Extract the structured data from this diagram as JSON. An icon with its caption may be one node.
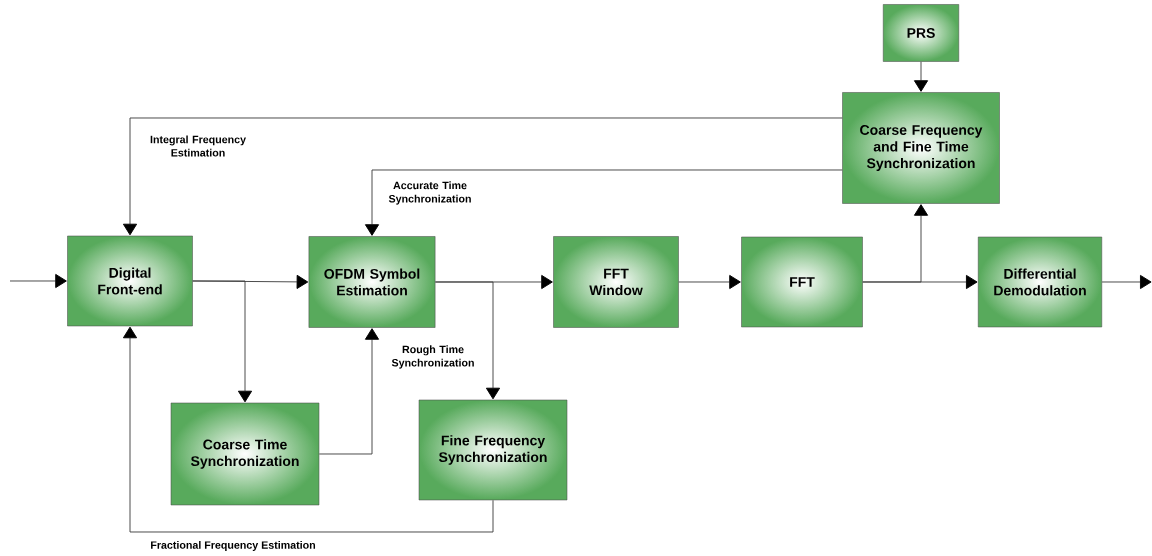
{
  "diagram": {
    "nodes": [
      {
        "text": [
          "PRS"
        ]
      },
      {
        "text": [
          "Coarse Frequency and Fine Time Synchronization"
        ]
      },
      {
        "text": [
          "Digital Front-end"
        ]
      },
      {
        "text": [
          "OFDM Symbol Estimation"
        ]
      },
      {
        "text": [
          "FFT Window"
        ]
      },
      {
        "text": [
          "FFT"
        ]
      },
      {
        "text": [
          "Differential Demodulation"
        ]
      },
      {
        "text": [
          "Coarse Time Synchronization"
        ]
      },
      {
        "text": [
          "Fine Frequency Synchronization"
        ]
      }
    ],
    "edges": [
      {
        "from": null,
        "to": 2,
        "arrow": "to"
      },
      {
        "from": 2,
        "to": 3,
        "arrow": "to"
      },
      {
        "from": 2,
        "to": 7,
        "arrow": "to"
      },
      {
        "from": 7,
        "to": 3,
        "arrow": "to",
        "label": "Rough Time Synchronization"
      },
      {
        "from": 3,
        "to": 4,
        "arrow": "to"
      },
      {
        "from": 3,
        "to": 8,
        "arrow": "to"
      },
      {
        "from": 4,
        "to": 5,
        "arrow": "to"
      },
      {
        "from": 5,
        "to": 6,
        "arrow": "to"
      },
      {
        "from": 5,
        "to": 1,
        "arrow": "to"
      },
      {
        "from": 6,
        "to": null,
        "arrow": "to"
      },
      {
        "from": 0,
        "to": 1,
        "arrow": "to"
      },
      {
        "from": 1,
        "to": 2,
        "arrow": "to",
        "label": "Integral Frequency Estimation"
      },
      {
        "from": 1,
        "to": 3,
        "arrow": "to",
        "label": "Accurate Time Synchronization"
      },
      {
        "from": 8,
        "to": 2,
        "arrow": "to",
        "label": "Fractional Frequency Estimation"
      }
    ]
  }
}
